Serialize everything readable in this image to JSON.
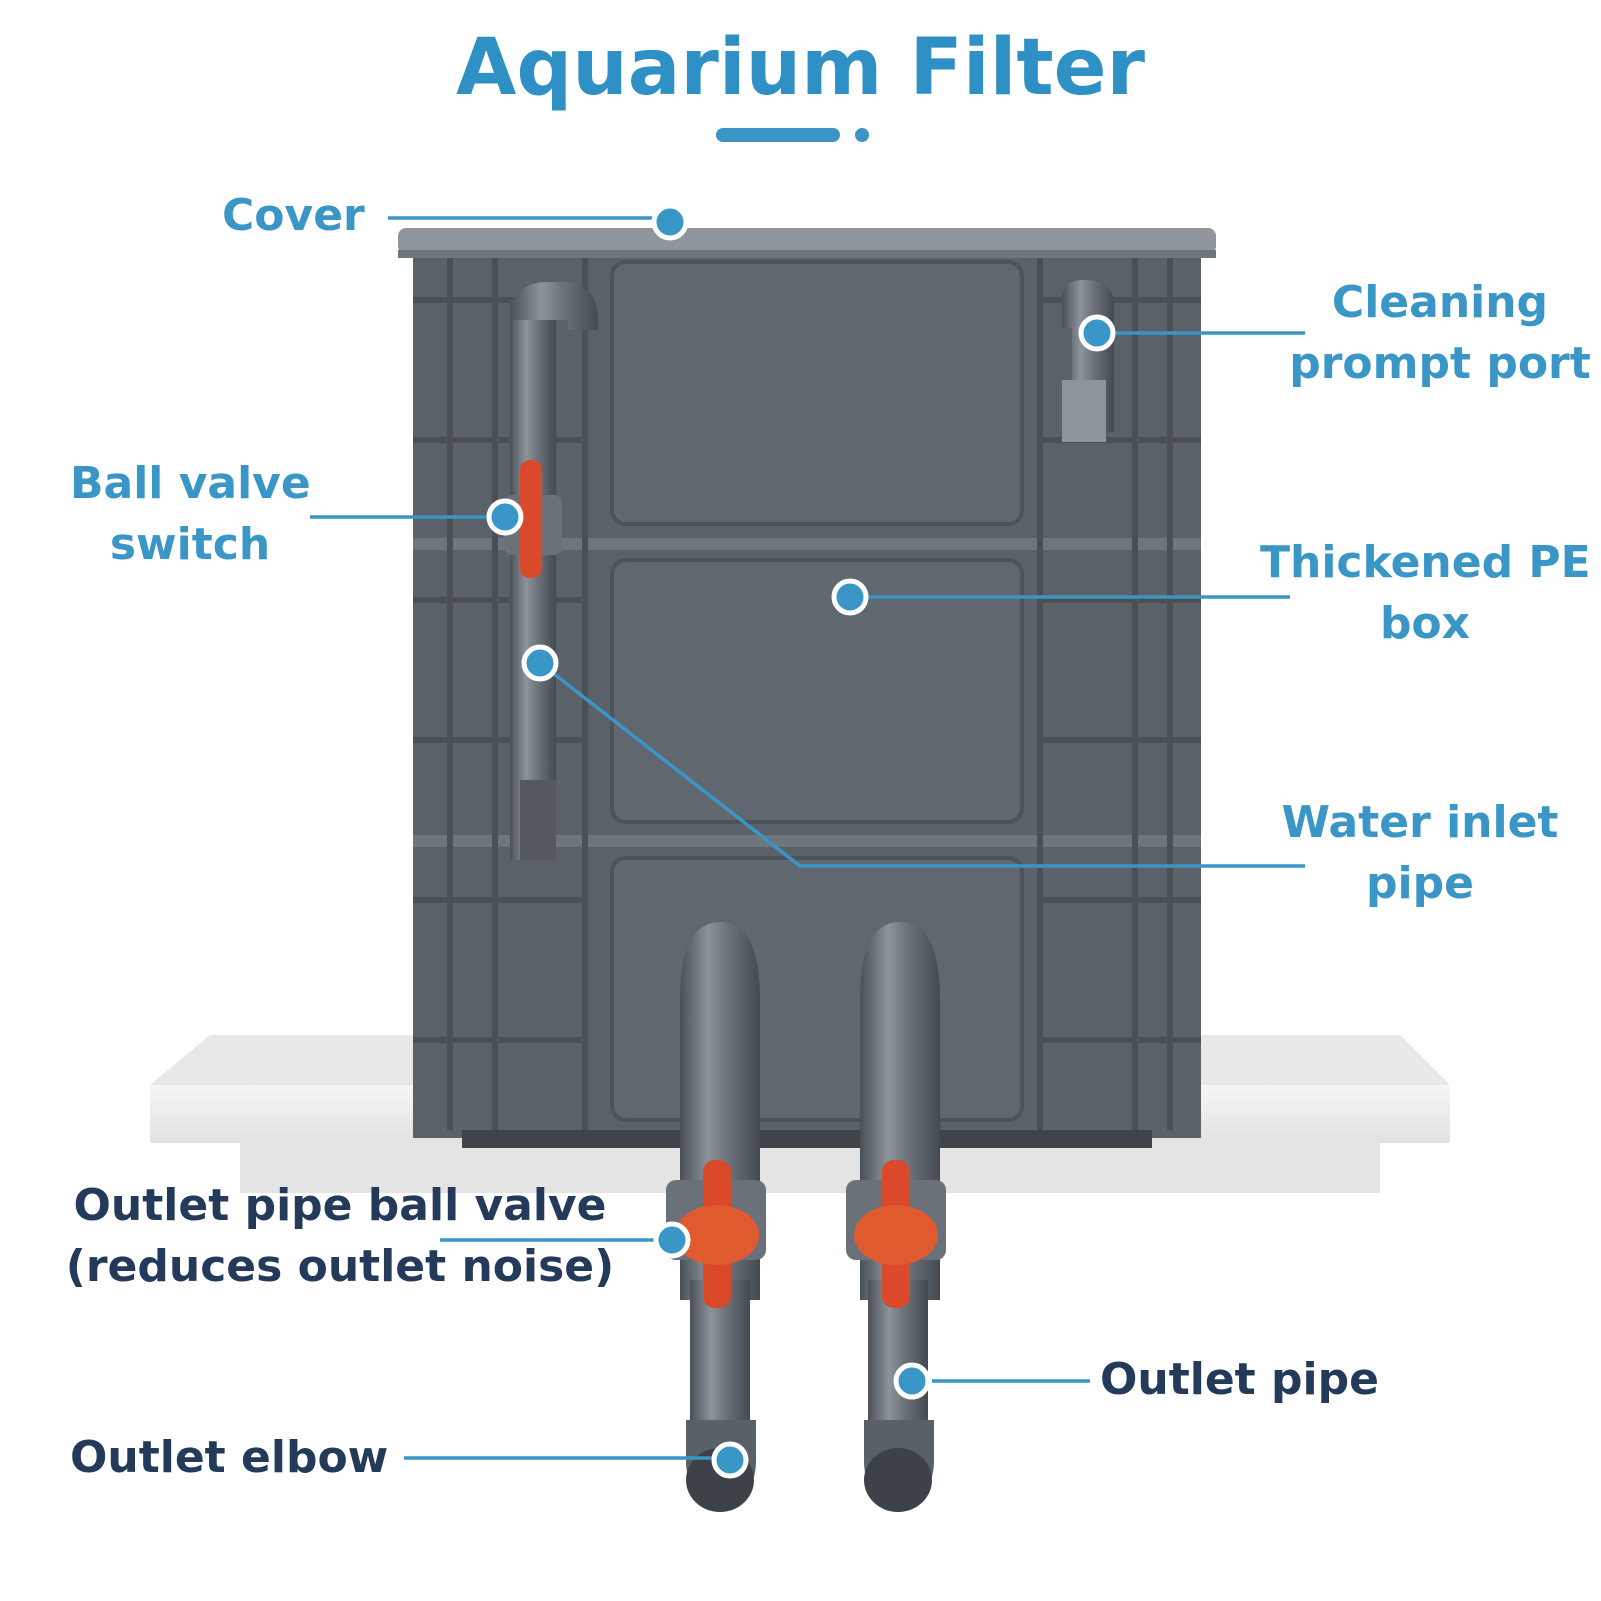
{
  "title": "Aquarium Filter",
  "labels": {
    "cover": "Cover",
    "cleaning_port_line1": "Cleaning",
    "cleaning_port_line2": "prompt port",
    "ball_valve_line1": "Ball valve",
    "ball_valve_line2": "switch",
    "pe_box_line1": "Thickened PE",
    "pe_box_line2": "box",
    "inlet_line1": "Water inlet",
    "inlet_line2": "pipe",
    "outlet_valve_line1": "Outlet pipe ball valve",
    "outlet_valve_line2": "(reduces outlet noise)",
    "outlet_pipe": "Outlet pipe",
    "outlet_elbow": "Outlet elbow"
  },
  "colors": {
    "accent": "#3a96c6",
    "dark_text": "#243a5a",
    "box_gray": "#5a6068",
    "valve_orange": "#e0502a",
    "shelf": "#f0f0f0"
  }
}
